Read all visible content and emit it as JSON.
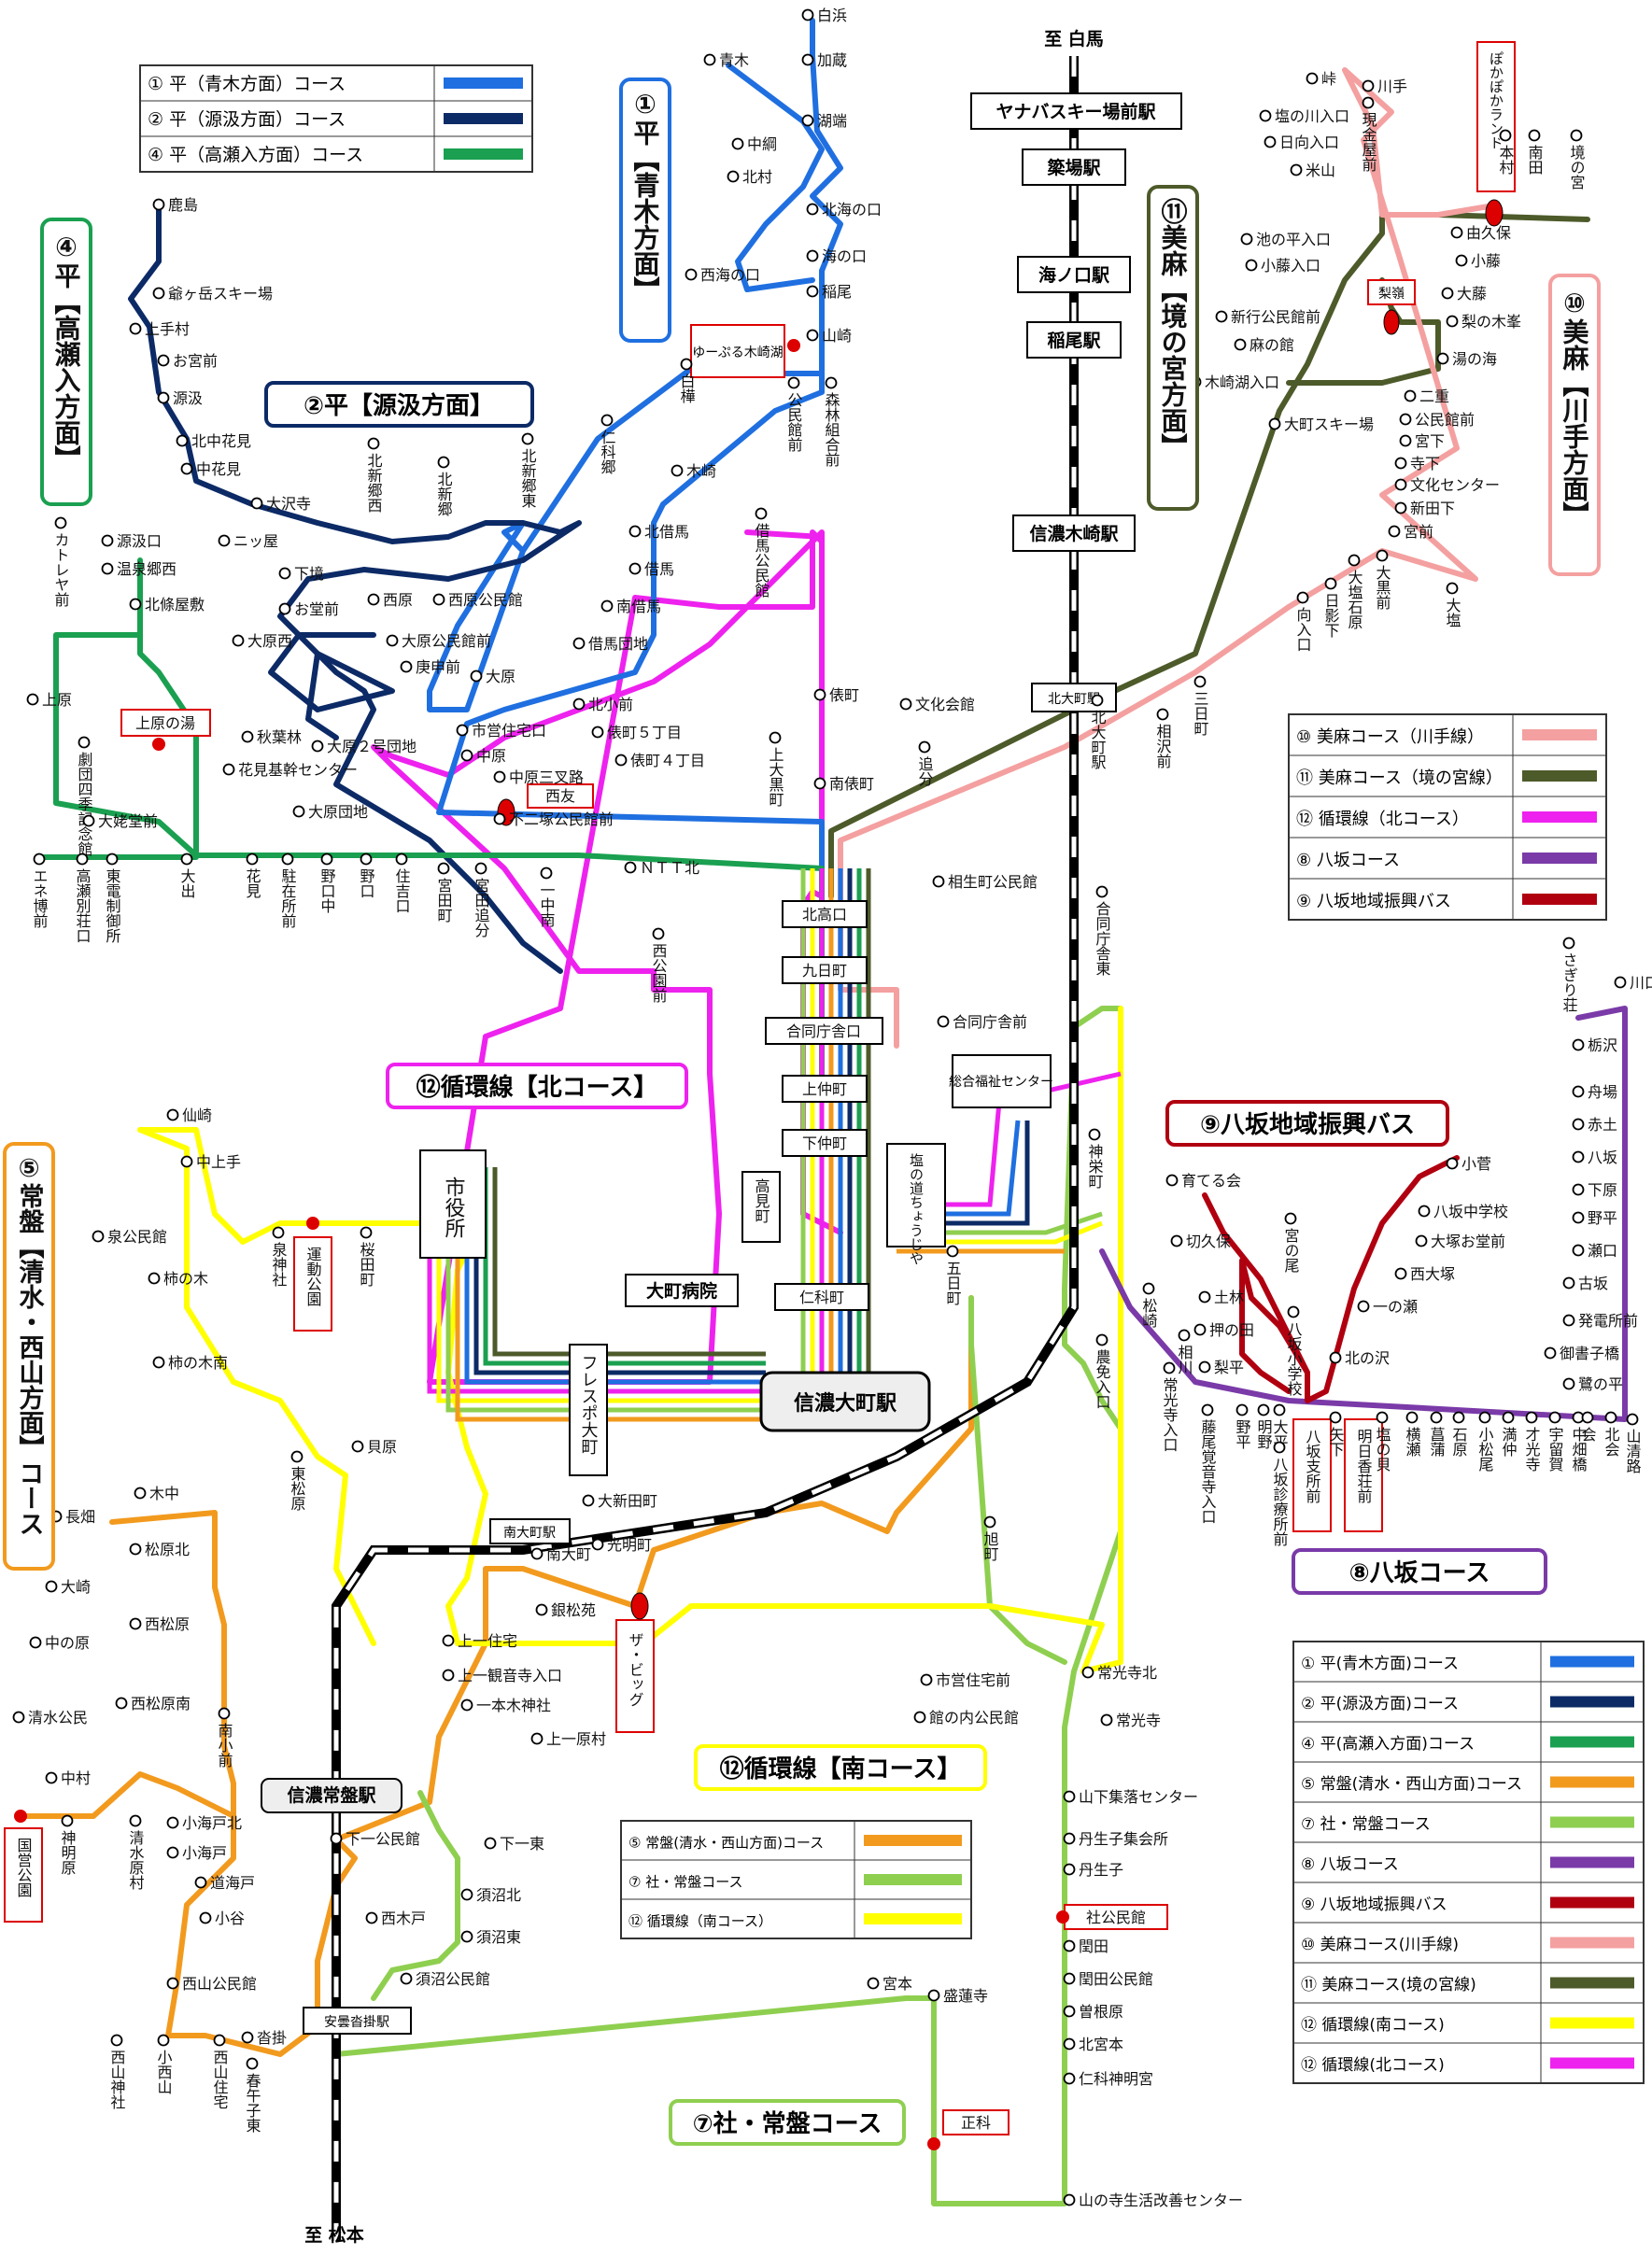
{
  "rail": {
    "north_terminal": "至 白馬",
    "south_terminal": "至 松本",
    "stations": [
      "ヤナバスキー場前駅",
      "簗場駅",
      "海ノ口駅",
      "稲尾駅",
      "信濃木崎駅",
      "北大町駅",
      "信濃大町駅",
      "南大町駅",
      "信濃常盤駅",
      "安曇沓掛駅"
    ]
  },
  "titles": {
    "r1": "①平【青木方面】",
    "r2": "②平【源汲方面】",
    "r4": "④平【高瀬入方面】",
    "r5": "⑤常盤【清水・西山方面】コース",
    "r7": "⑦社・常盤コース",
    "r8": "⑧八坂コース",
    "r9": "⑨八坂地域振興バス",
    "r10": "⑩美麻【川手方面】",
    "r11": "⑪美麻【境の宮方面】",
    "r12n": "⑫循環線【北コース】",
    "r12s": "⑫循環線【南コース】"
  },
  "legend_top": [
    {
      "label": "① 平（青木方面）コース",
      "color": "#1f6fe0"
    },
    {
      "label": "② 平（源汲方面）コース",
      "color": "#0c2a66"
    },
    {
      "label": "④ 平（高瀬入方面）コース",
      "color": "#1aa050"
    }
  ],
  "legend_right": [
    {
      "label": "⑩ 美麻コース（川手線）",
      "color": "#f4a0a0"
    },
    {
      "label": "⑪ 美麻コース（境の宮線）",
      "color": "#4d5a2a"
    },
    {
      "label": "⑫ 循環線（北コース）",
      "color": "#ee22ee"
    },
    {
      "label": "⑧ 八坂コース",
      "color": "#7a3aa8"
    },
    {
      "label": "⑨ 八坂地域振興バス",
      "color": "#b00010"
    }
  ],
  "legend_south": [
    {
      "label": "⑤ 常盤(清水・西山方面)コース",
      "color": "#f29a1e"
    },
    {
      "label": "⑦ 社・常盤コース",
      "color": "#8fcf50"
    },
    {
      "label": "⑫ 循環線（南コース）",
      "color": "#ffff00"
    }
  ],
  "legend_bottom": [
    {
      "label": "① 平(青木方面)コース",
      "color": "#1f6fe0"
    },
    {
      "label": "② 平(源汲方面)コース",
      "color": "#0c2a66"
    },
    {
      "label": "④ 平(高瀬入方面)コース",
      "color": "#1aa050"
    },
    {
      "label": "⑤ 常盤(清水・西山方面)コース",
      "color": "#f29a1e"
    },
    {
      "label": "⑦ 社・常盤コース",
      "color": "#8fcf50"
    },
    {
      "label": "⑧ 八坂コース",
      "color": "#7a3aa8"
    },
    {
      "label": "⑨ 八坂地域振興バス",
      "color": "#b00010"
    },
    {
      "label": "⑩ 美麻コース(川手線)",
      "color": "#f4a0a0"
    },
    {
      "label": "⑪ 美麻コース(境の宮線)",
      "color": "#4d5a2a"
    },
    {
      "label": "⑫ 循環線(南コース)",
      "color": "#ffff00"
    },
    {
      "label": "⑫ 循環線(北コース)",
      "color": "#ee22ee"
    }
  ],
  "landmarks": {
    "shiyakusho": "市役所",
    "omachi_hospital": "大町病院",
    "fresbo": "フレスポ大町",
    "takamimachi": "高見町",
    "shionomichi": "塩の道ちょうじや",
    "jinkacho": "仁科町",
    "kitakoguchi": "北高口",
    "kokonoka": "九日町",
    "godochosha": "合同庁舎口",
    "kaminakamachi": "上仲町",
    "shimonakamachi": "下仲町",
    "sogofukushi": "総合福祉センター",
    "seiyu": "西友",
    "the_big": "ザ・ビッグ",
    "yuburu": "ゆーぷる木崎湖",
    "kamihara_yu": "上原の湯",
    "undo_koen": "運動公園",
    "kokuei_koen": "国営公園",
    "yasaka_shisho": "八坂支所前",
    "asuka_so": "明日香荘前",
    "hokahoka": "ぽかぽかランド",
    "nashinoki": "梨嶺",
    "yashiro_kominkan": "社公民館",
    "shoshina": "正科"
  },
  "stops": {
    "r1": [
      "白浜",
      "加蔵",
      "湖端",
      "青木",
      "中綱",
      "北村",
      "北海の口",
      "海の口",
      "稲尾",
      "山崎",
      "西海の口",
      "森林組合前",
      "公民館前",
      "白樺",
      "木崎",
      "北借馬",
      "借馬",
      "南借馬",
      "借馬団地",
      "北小前",
      "借馬公民館",
      "俵町",
      "南俵町",
      "俵町５丁目",
      "俵町４丁目",
      "上大黒町",
      "文化会館",
      "追分",
      "相生町公民館",
      "合同庁舎前",
      "合同庁舎東",
      "神栄町",
      "北大町駅"
    ],
    "r2": [
      "鹿島",
      "爺ヶ岳スキー場",
      "上手村",
      "お宮前",
      "源汲",
      "北中花見",
      "中花見",
      "大沢寺",
      "ニッ屋",
      "北新郷西",
      "北新郷",
      "北新郷東",
      "仁科郷",
      "西原",
      "西原公民館",
      "下境",
      "お堂前",
      "大原西",
      "大原公民館前",
      "庚申前",
      "秋葉林",
      "大原２号団地",
      "大原",
      "市営住宅口",
      "中原",
      "中原三叉路",
      "不二塚公民館前",
      "大原団地",
      "一中南",
      "ＮＴＴ北",
      "西公園前"
    ],
    "r4": [
      "カトレヤ前",
      "源汲口",
      "温泉郷西",
      "北條屋敷",
      "上原",
      "劇団四季記念館",
      "大姥堂前",
      "エネ博前",
      "高瀬別荘口",
      "東電制御所",
      "大出",
      "花見",
      "花見基幹センター",
      "駐在所前",
      "野口中",
      "野口",
      "住吉口",
      "宮田町",
      "宮田追分"
    ],
    "r5": [
      "長畑",
      "木中",
      "松原北",
      "大崎",
      "中の原",
      "西松原",
      "清水公民",
      "西松原南",
      "南小前",
      "中村",
      "神明原",
      "清水原村",
      "小海戸北",
      "小海戸",
      "道海戸",
      "小谷",
      "西山公民館",
      "西山神社",
      "小西山",
      "西山住宅",
      "沓掛",
      "春午子東",
      "仙崎",
      "中上手",
      "泉公民館",
      "泉神社",
      "桜田町",
      "柿の木",
      "柿の木南",
      "東松原",
      "貝原"
    ],
    "r7": [
      "山下集落センター",
      "丹生子集会所",
      "丹生子",
      "閏田",
      "閏田公民館",
      "曽根原",
      "北宮本",
      "仁科神明宮",
      "山の寺生活改善センター",
      "宮本",
      "盛蓮寺",
      "常光寺",
      "常光寺北",
      "市営住宅前",
      "館の内公民館",
      "旭町",
      "五日町",
      "農免入口",
      "下一公民館",
      "下一東",
      "須沼北",
      "須沼東",
      "西木戸",
      "須沼公民館"
    ],
    "r8": [
      "松崎",
      "相川",
      "常光寺入口",
      "藤尾覚音寺入口",
      "野平",
      "明野",
      "大平",
      "八坂診療所前",
      "矢下",
      "塩の貝",
      "横瀬",
      "菖蒲",
      "石原",
      "小松尾",
      "満仲",
      "才光寺",
      "宇留賀",
      "中畑橋",
      "北会",
      "山清路",
      "会",
      "鷺の平",
      "御書子橋",
      "発電所前",
      "古坂",
      "瀬口",
      "野平",
      "下原",
      "八坂",
      "赤土",
      "舟場",
      "栃沢",
      "川口",
      "さぎり荘"
    ],
    "r9": [
      "育てる会",
      "切久保",
      "宮の尾",
      "小菅",
      "八坂中学校",
      "大塚お堂前",
      "西大塚",
      "一の瀬",
      "北の沢",
      "八坂小学校",
      "土林",
      "押の田",
      "梨平"
    ],
    "r10": [
      "川手",
      "峠",
      "塩の川入口",
      "日向入口",
      "米山",
      "現金屋前",
      "由久保",
      "小藤",
      "大藤",
      "梨の木峯",
      "湯の海",
      "二重",
      "公民館前",
      "宮下",
      "寺下",
      "文化センター",
      "新田下",
      "宮前",
      "大黒前",
      "大塩石原",
      "大塩",
      "日影下",
      "向入口",
      "三日町",
      "相沢前"
    ],
    "r11": [
      "本村",
      "南田",
      "境の宮",
      "池の平入口",
      "小藤入口",
      "新行公民館前",
      "麻の館",
      "木崎湖入口",
      "大町スキー場"
    ],
    "r12": [
      "銀松苑",
      "上一住宅",
      "上一観音寺入口",
      "一本木神社",
      "上一原村",
      "大新田町",
      "南大町",
      "光明町"
    ]
  }
}
